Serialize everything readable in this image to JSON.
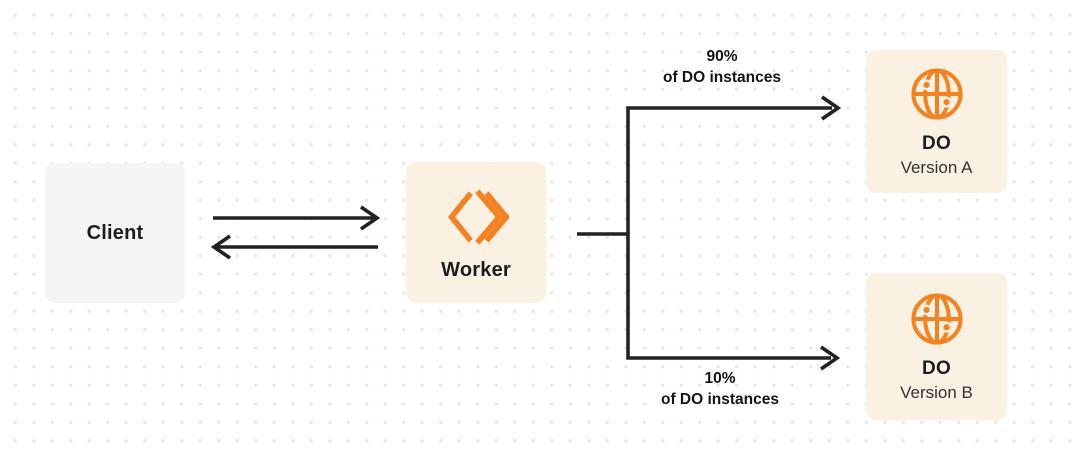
{
  "diagram": {
    "nodes": {
      "client": {
        "label": "Client"
      },
      "worker": {
        "label": "Worker"
      },
      "do_version_a": {
        "title": "DO",
        "subtitle": "Version A"
      },
      "do_version_b": {
        "title": "DO",
        "subtitle": "Version B"
      }
    },
    "edges": {
      "branch_top": {
        "percent": "90%",
        "caption": "of DO instances"
      },
      "branch_bottom": {
        "percent": "10%",
        "caption": "of DO instances"
      }
    },
    "icons": {
      "worker": "workers-chevrons-icon",
      "durable_object": "globe-icon"
    },
    "colors": {
      "accent_orange": "#F6821F",
      "node_cream": "#FBF1E3",
      "node_gray": "#F4F5F6",
      "connector_dark": "#222222",
      "text_dark": "#1D1D1F",
      "dot_grid": "#E8E8E8"
    }
  }
}
